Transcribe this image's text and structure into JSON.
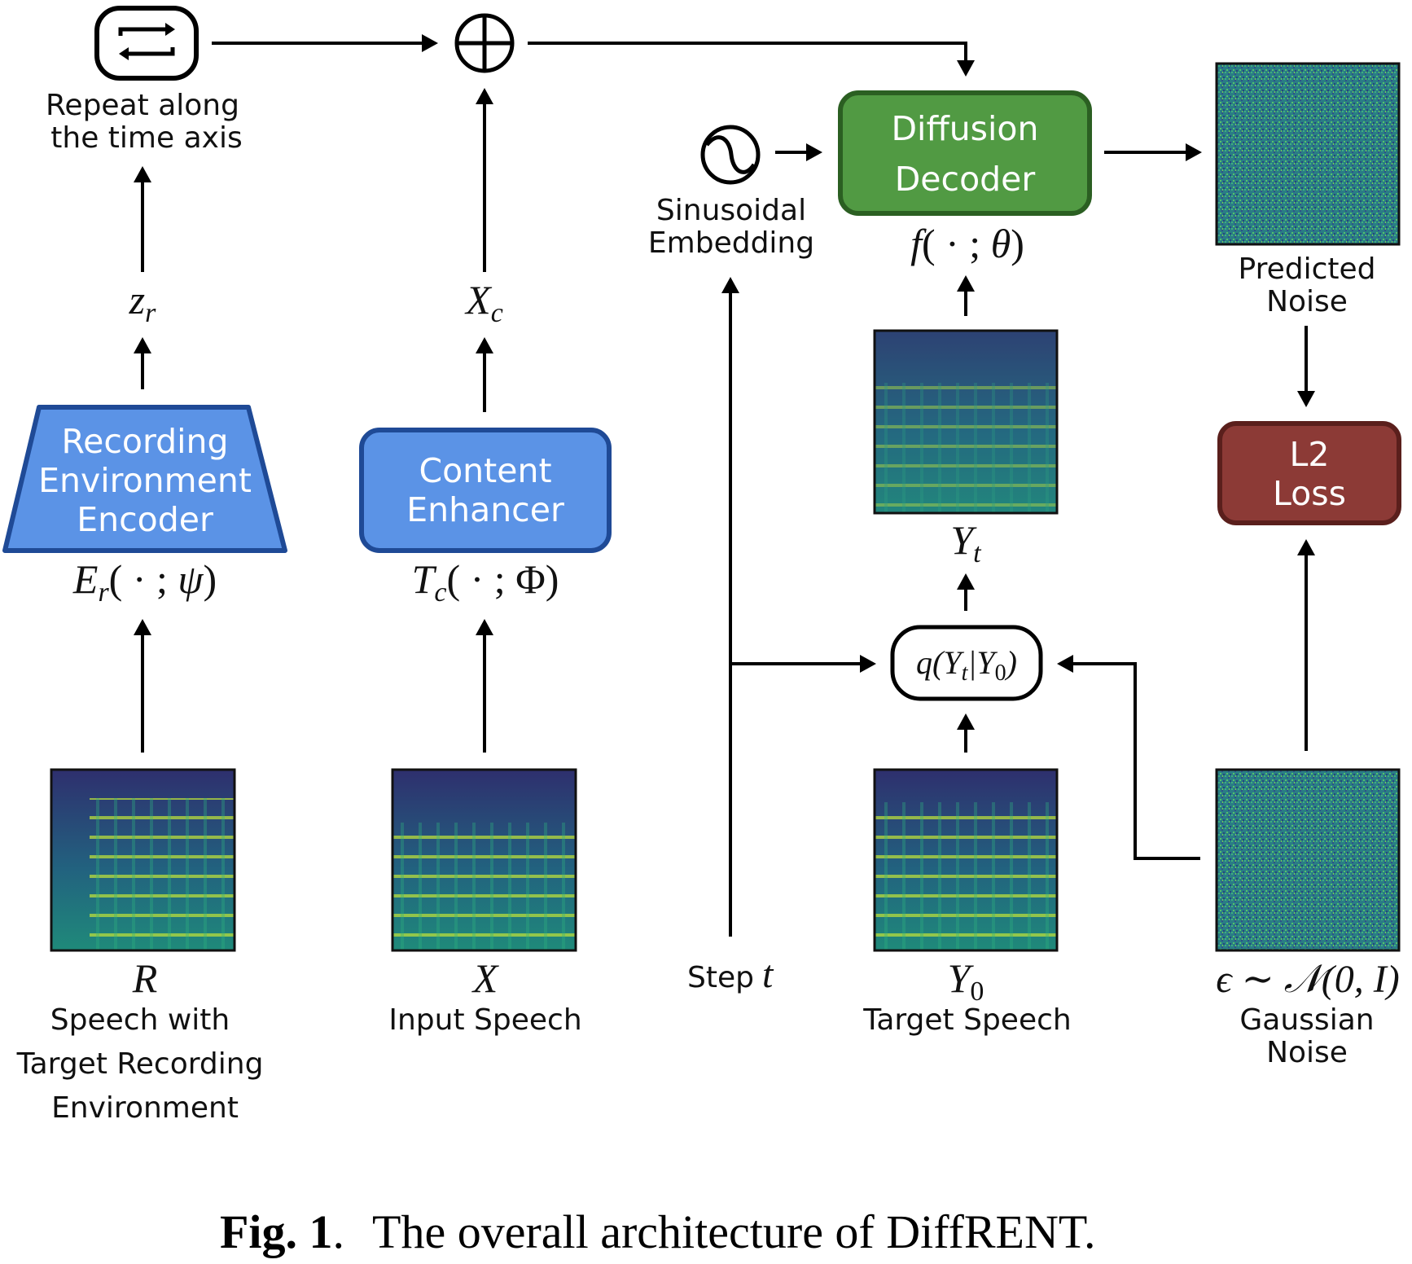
{
  "labels": {
    "repeat_line1": "Repeat along",
    "repeat_line2": "the time axis",
    "sinusoidal_line1": "Sinusoidal",
    "sinusoidal_line2": "Embedding",
    "predicted_line1": "Predicted",
    "predicted_line2": "Noise",
    "step": "Step",
    "input_speech": "Input Speech",
    "target_speech": "Target Speech",
    "gaussian_line1": "Gaussian",
    "gaussian_line2": "Noise",
    "rec_line1": "Speech with",
    "rec_line2": "Target Recording",
    "rec_line3": "Environment"
  },
  "blocks": {
    "recording_encoder": [
      "Recording",
      "Environment",
      "Encoder"
    ],
    "content_enhancer": [
      "Content",
      "Enhancer"
    ],
    "diffusion_decoder": [
      "Diffusion",
      "Decoder"
    ],
    "l2_loss": [
      "L2",
      "Loss"
    ]
  },
  "math": {
    "zr": "zr",
    "xc": "Xc",
    "encoder_fn": "Er( · ; ψ)",
    "enhancer_fn": "Tc( · ; Φ)",
    "decoder_fn": "f( · ; θ)",
    "yt": "Yt",
    "q": "q(Yt|Y0)",
    "r": "R",
    "x": "X",
    "t": "t",
    "y0": "Y0",
    "eps": "ϵ ∼ 𝒩(0, I)"
  },
  "caption": {
    "prefix": "Fig. 1",
    "text": "The overall architecture of DiffRENT."
  },
  "colors": {
    "blue_fill": "#5b93e6",
    "blue_stroke": "#1f4a96",
    "green_fill": "#519a43",
    "green_stroke": "#2b5f22",
    "red_fill": "#8c3a36",
    "red_stroke": "#5a1f1c"
  },
  "icons": {
    "repeat": "repeat-icon",
    "sum": "plus-circle-icon",
    "sinusoid": "sine-wave-icon"
  }
}
